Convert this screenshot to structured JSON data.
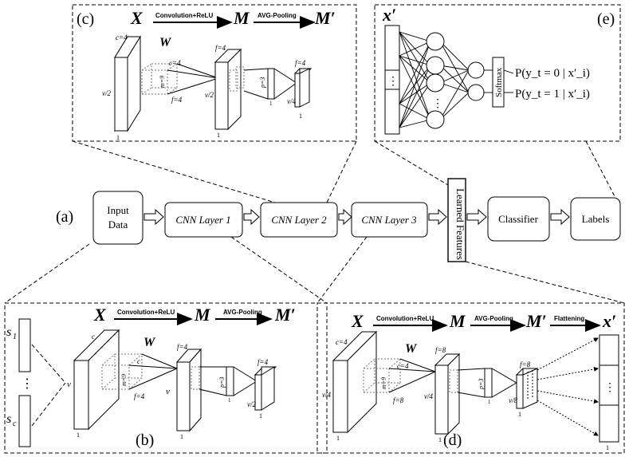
{
  "labels": {
    "a": "(a)",
    "b": "(b)",
    "c": "(c)",
    "d": "(d)",
    "e": "(e)"
  },
  "pipeline": {
    "input": [
      "Input",
      "Data"
    ],
    "cnn1": "CNN Layer 1",
    "cnn2": "CNN Layer 2",
    "cnn3": "CNN Layer 3",
    "learned": "Learned Features",
    "classifier": "Classifier",
    "labels": "Labels"
  },
  "ops": {
    "conv": "Convolution+ReLU",
    "pool": "AVG-Pooling",
    "flat": "Flattening"
  },
  "sym": {
    "X": "X",
    "M": "M",
    "Mp": "M′",
    "W": "W",
    "xp": "x′",
    "s1": "s",
    "s1sub": "1",
    "sc": "s",
    "scsub": "c",
    "dots": "⋮",
    "softmax": "Softmax"
  },
  "c_panel": {
    "c4": "c=4",
    "c4b": "c=4",
    "m9": "m=9",
    "f4a": "f=4",
    "f4b": "f=4",
    "f4c": "f=4",
    "v2a": "v/2",
    "v2b": "v/2",
    "v4": "v/4",
    "p3": "p=3",
    "one": "1"
  },
  "b_panel": {
    "c": "c",
    "c2": "c",
    "m9": "m=9",
    "f4a": "f=4",
    "f4b": "f=4",
    "f4c": "f=4",
    "v": "v",
    "v2": "v",
    "vhalf": "v/2",
    "p3": "p=3",
    "one": "1"
  },
  "d_panel": {
    "c4": "c=4",
    "c4b": "c=4",
    "m9": "m=9",
    "f8a": "f=8",
    "f8b": "f=8",
    "f8c": "f=8",
    "v4a": "v/4",
    "v4b": "v/4",
    "v8": "v/8",
    "p3": "p=3",
    "one": "1"
  },
  "outputs": {
    "p0": "P(y_t = 0 | x′_i)",
    "p1": "P(y_t = 1 | x′_i)"
  }
}
